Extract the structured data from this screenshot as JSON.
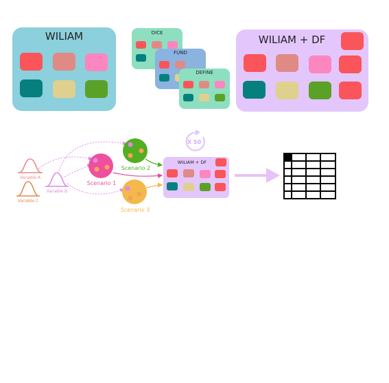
{
  "panels": {
    "wiliam": {
      "title": "WILIAM"
    },
    "dice": {
      "title": "DICE"
    },
    "fund": {
      "title": "FUND"
    },
    "define": {
      "title": "DEFINE"
    },
    "combined": {
      "title": "WILIAM + DF"
    },
    "small_combined": {
      "title": "WILIAM + DF"
    }
  },
  "variables": {
    "a": "Variable A",
    "b": "Variable B",
    "c": "Variable C"
  },
  "scenarios": {
    "s1": "Scenario 1",
    "s2": "Scenario 2",
    "s3": "Scenario 3"
  },
  "repeat_label": "X 50",
  "colors": {
    "wiliam_bg": "#8ccfdd",
    "dice_bg": "#8ddfbf",
    "fund_bg": "#8ab3e0",
    "define_bg": "#8ddfbf",
    "combined_bg": "#e3c6fb",
    "red": "#f9555a",
    "rose": "#e08a86",
    "pink": "#fb86c0",
    "teal": "#06807f",
    "sand": "#dfd08e",
    "green": "#5aa127",
    "scenario1": "#ef4f9f",
    "scenario2": "#52ae22",
    "scenario3": "#f3b94c",
    "var_a": "#e88b86",
    "var_b": "#de8ae0",
    "var_c": "#e08c50",
    "arrow": "#e7c2f8"
  }
}
